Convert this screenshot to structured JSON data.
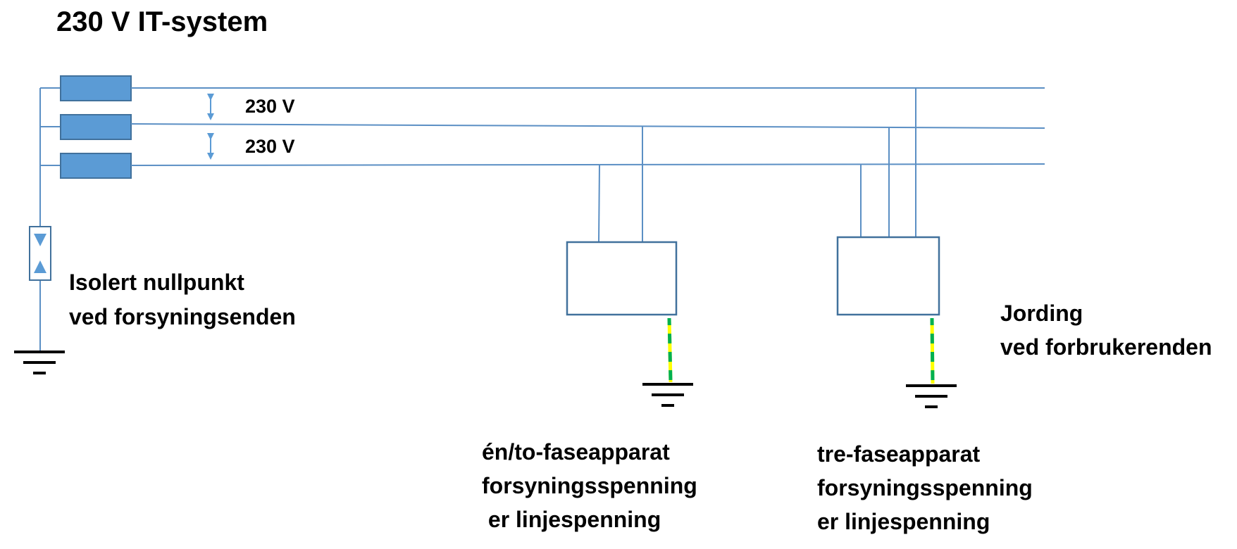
{
  "title": "230 V IT-system",
  "voltage_labels": [
    "230 V",
    "230 V"
  ],
  "supply_note": [
    "Isolert nullpunkt",
    "ved forsyningsenden"
  ],
  "earthing_note": [
    "Jording",
    "ved forbrukerenden"
  ],
  "appliance_single": [
    "én/to-faseapparat",
    "forsyningsspenning",
    " er linjespenning"
  ],
  "appliance_three": [
    "tre-faseapparat",
    "forsyningsspenning",
    "er linjespenning"
  ],
  "colors": {
    "line": "#5b8fc4",
    "fuse_fill": "#5b9bd5",
    "fuse_stroke": "#41719c",
    "arrow": "#5b9bd5",
    "box_stroke": "#41719c",
    "earth": "#000000",
    "pe_yellow": "#ffff00",
    "pe_green": "#00b050"
  },
  "icons": [
    "fuse-icon",
    "isolation-gap-icon",
    "ground-icon",
    "double-arrow-icon"
  ]
}
